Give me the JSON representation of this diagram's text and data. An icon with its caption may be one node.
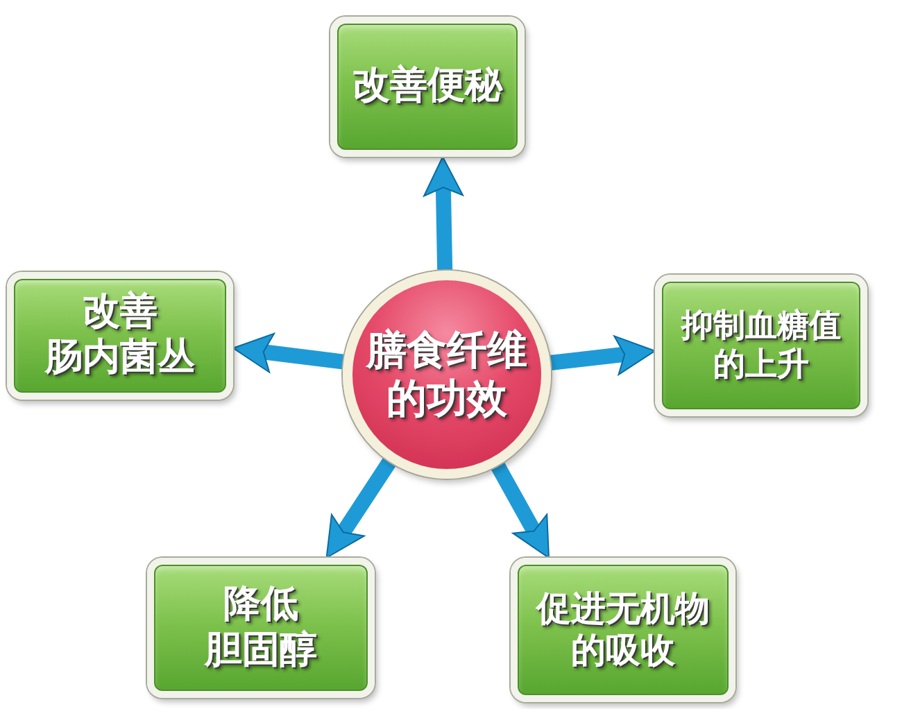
{
  "diagram": {
    "nodes": [
      {
        "text": [
          "改善便秘"
        ]
      },
      {
        "text": [
          "改善肠内菌丛"
        ]
      },
      {
        "text": [
          "膳食纤维的功效"
        ]
      },
      {
        "text": [
          "抑制血糖值的上升"
        ]
      },
      {
        "text": [
          "降低胆固醇"
        ]
      },
      {
        "text": [
          "促进无机物的吸收"
        ]
      }
    ],
    "edges": [
      {
        "from": 2,
        "to": 0,
        "arrow": "to"
      },
      {
        "from": 2,
        "to": 1,
        "arrow": "to"
      },
      {
        "from": 2,
        "to": 3,
        "arrow": "to"
      },
      {
        "from": 2,
        "to": 4,
        "arrow": "to"
      },
      {
        "from": 2,
        "to": 5,
        "arrow": "to"
      }
    ]
  }
}
